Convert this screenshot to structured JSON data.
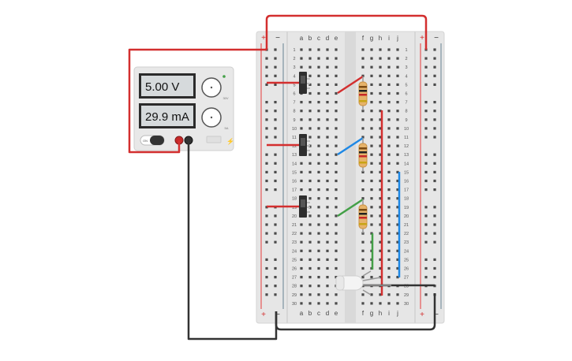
{
  "power_supply": {
    "voltage_display": "5.00 V",
    "current_display": "29.9 mA",
    "on_label": "ON",
    "knob_label_voltage": "30V",
    "knob_label_current": "5A",
    "plus_terminal_color": "#c62828",
    "minus_terminal_color": "#333333"
  },
  "breadboard": {
    "column_labels_left": [
      "a",
      "b",
      "c",
      "d",
      "e"
    ],
    "column_labels_right": [
      "f",
      "g",
      "h",
      "i",
      "j"
    ],
    "rail_plus": "+",
    "rail_minus": "−",
    "row_numbers": [
      "1",
      "2",
      "3",
      "4",
      "5",
      "6",
      "7",
      "8",
      "9",
      "10",
      "11",
      "12",
      "13",
      "14",
      "15",
      "16",
      "17",
      "18",
      "19",
      "20",
      "21",
      "22",
      "23",
      "24",
      "25",
      "26",
      "27",
      "28",
      "29",
      "30"
    ]
  },
  "colors": {
    "wire_red": "#d32f2f",
    "wire_black": "#333333",
    "wire_blue": "#1e88e5",
    "wire_green": "#43a047",
    "board": "#e9e9e9",
    "hole": "#4a4a4a"
  }
}
